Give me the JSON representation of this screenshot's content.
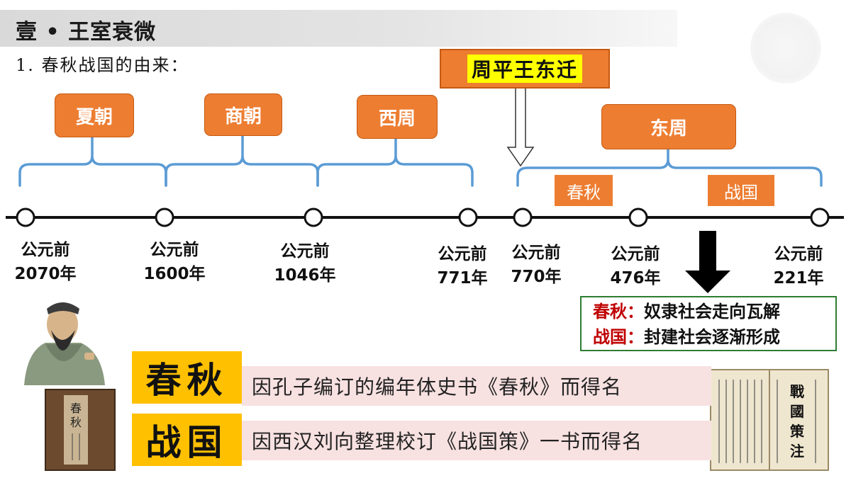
{
  "header": {
    "title": "壹 • 王室衰微"
  },
  "subtitle": "1. 春秋战国的由来：",
  "dynasties": [
    {
      "name": "夏朝"
    },
    {
      "name": "商朝"
    },
    {
      "name": "西周"
    },
    {
      "name": "东周"
    }
  ],
  "sub_periods": [
    {
      "name": "春秋"
    },
    {
      "name": "战国"
    }
  ],
  "event": {
    "label": "周平王东迁"
  },
  "timeline": [
    {
      "prefix": "公元前",
      "year": "2070年"
    },
    {
      "prefix": "公元前",
      "year": "1600年"
    },
    {
      "prefix": "公元前",
      "year": "1046年"
    },
    {
      "prefix": "公元前",
      "year": "771年"
    },
    {
      "prefix": "公元前",
      "year": "770年"
    },
    {
      "prefix": "公元前",
      "year": "476年"
    },
    {
      "prefix": "公元前",
      "year": "221年"
    }
  ],
  "summary": [
    {
      "term": "春秋：",
      "text": "奴隶社会走向瓦解"
    },
    {
      "term": "战国：",
      "text": "封建社会逐渐形成"
    }
  ],
  "origins": [
    {
      "title": "春秋",
      "text": "因孔子编订的编年体史书《春秋》而得名"
    },
    {
      "title": "战国",
      "text": "因西汉刘向整理校订《战国策》一书而得名"
    }
  ],
  "book_left": {
    "title": "春秋"
  },
  "book_right": {
    "title": "戰國策注"
  },
  "colors": {
    "orange": "#ed7d31",
    "blue": "#5b9bd5",
    "gold": "#ffc000",
    "yellow": "#ffff00",
    "red": "#c00000",
    "green": "#2e7d32"
  }
}
